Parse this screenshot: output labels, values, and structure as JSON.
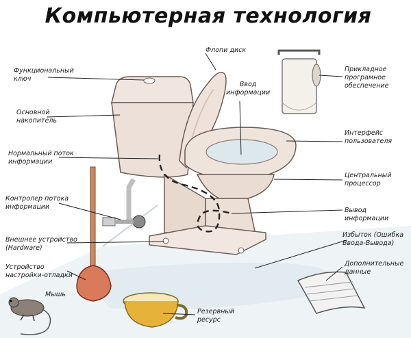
{
  "title": "Компьютерная технология",
  "labels": {
    "function_key": "Функциональный\nключ",
    "main_storage": "Основной\nнакопитель",
    "normal_flow": "Нормальный поток\nинформации",
    "flow_controller": "Контролер потока\nинформации",
    "external_device": "Внешнее устройство\n(Hardware)",
    "debug_device": "Устройство\nнастройки-отладки",
    "mouse": "Мышь",
    "floppy": "Флопи диск",
    "input": "Ввод\nинформации",
    "application_software": "Прикладное\nпрограмное\nобеспечение",
    "user_interface": "Интерфейс\nпользователя",
    "cpu": "Центральный\nпроцессор",
    "output": "Вывод информации",
    "overflow": "Избыток (Ошибка\nВвода-Вывода)",
    "extra_data": "Дополнительные\nданные",
    "backup": "Резервный\nресурс"
  }
}
